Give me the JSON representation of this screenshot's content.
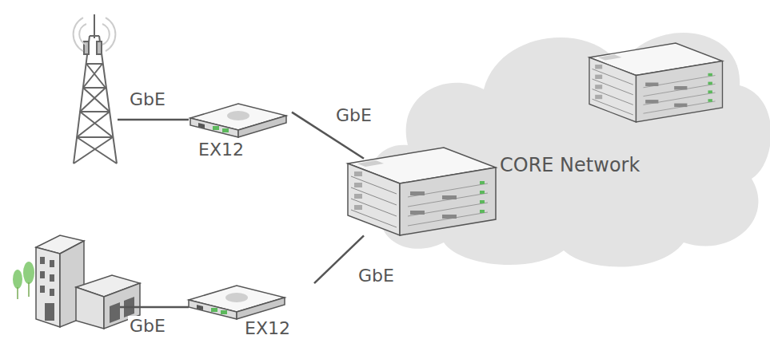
{
  "diagram": {
    "nodes": [
      {
        "text": [
          "EX12"
        ]
      },
      {
        "text": [
          "CORE Network"
        ]
      },
      {
        "text": [
          "EX12"
        ]
      }
    ],
    "edges": [
      {
        "from": 0,
        "to": 1,
        "label": "GbE",
        "arrow": "none"
      },
      {
        "from": 2,
        "to": 1,
        "label": "GbE",
        "arrow": "none"
      }
    ],
    "labels": [
      "GbE",
      "GbE"
    ]
  }
}
